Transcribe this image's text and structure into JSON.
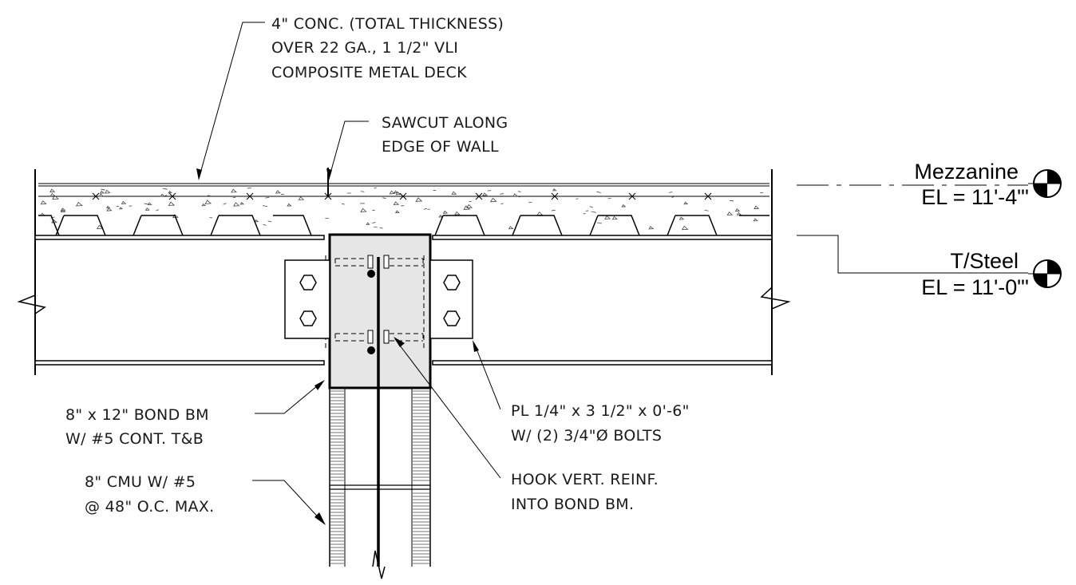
{
  "notes": {
    "slab": [
      "4\" CONC. (TOTAL THICKNESS)",
      "OVER 22 GA., 1 1/2\" VLI",
      "COMPOSITE METAL DECK"
    ],
    "sawcut": [
      "SAWCUT ALONG",
      "EDGE OF WALL"
    ],
    "bond_beam": [
      "8\" x 12\" BOND BM",
      "W/ #5 CONT. T&B"
    ],
    "cmu": [
      "8\" CMU W/ #5",
      "@ 48\" O.C. MAX."
    ],
    "plate": [
      "PL 1/4\" x 3 1/2\" x 0'-6\"",
      "W/ (2) 3/4\"Ø BOLTS"
    ],
    "hook": [
      "HOOK VERT. REINF.",
      "INTO BOND BM."
    ]
  },
  "levels": [
    {
      "name": "Mezzanine",
      "elevation": "EL = 11'-4\"'"
    },
    {
      "name": "T/Steel",
      "elevation": "EL = 11'-0\"'"
    }
  ],
  "colors": {
    "line": "#000000",
    "beam_fill": "#e6e6e6",
    "cmu_hatch": "#444444"
  }
}
